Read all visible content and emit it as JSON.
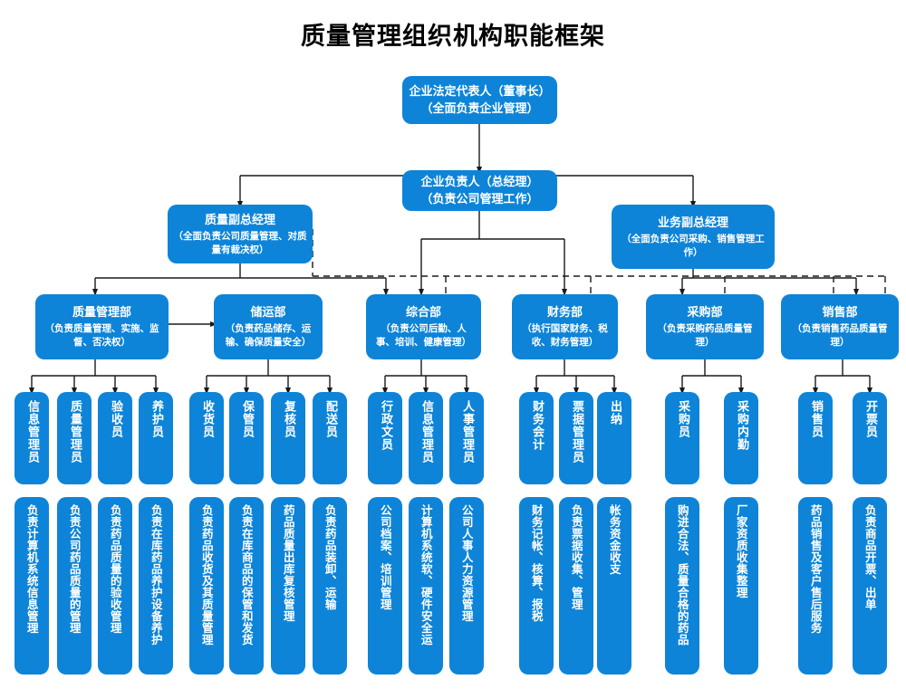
{
  "title": "质量管理组织机构职能框架",
  "diagram": {
    "type": "org-chart",
    "accent_color": "#0d84d8",
    "background_color": "#ffffff",
    "text_color": "#ffffff",
    "title_color": "#000000",
    "connector_color": "#1a1a1a"
  },
  "executives": [
    {
      "id": "legal-rep",
      "head": "企业法定代表人（董事长）",
      "head2": "（全面负责企业管理）"
    },
    {
      "id": "general-manager",
      "head": "企业负责人（总经理）",
      "head2": "（负责公司管理工作）"
    },
    {
      "id": "quality-vice-gm",
      "head": "质量副总经理",
      "sub": "（全面负责公司质量管理、对质量有裁决权）"
    },
    {
      "id": "business-vice-gm",
      "head": "业务副总经理",
      "sub": "（全面负责公司采购、销售管理工作）"
    }
  ],
  "departments": [
    {
      "id": "quality-management-dept",
      "head": "质量管理部",
      "sub": "（负责质量管理、实施、监督、否决权）"
    },
    {
      "id": "storage-transport-dept",
      "head": "储运部",
      "sub": "（负责药品储存、运输、确保质量安全）"
    },
    {
      "id": "general-affairs-dept",
      "head": "综合部",
      "sub": "（负责公司后勤、人事、培训、健康管理）"
    },
    {
      "id": "finance-dept",
      "head": "财务部",
      "sub": "（执行国家财务、税收、财务管理）"
    },
    {
      "id": "purchasing-dept",
      "head": "采购部",
      "sub": "（负责采购药品质量管理）"
    },
    {
      "id": "sales-dept",
      "head": "销售部",
      "sub": "（负责销售药品质量管理）"
    }
  ],
  "roles": [
    {
      "id": "info-manager",
      "label": "信息管理员",
      "duty": "负责计算机系统信息管理"
    },
    {
      "id": "quality-manager",
      "label": "质量管理员",
      "duty": "负责公司药品质量的管理"
    },
    {
      "id": "acceptance-clerk",
      "label": "验收员",
      "duty": "负责药品质量的验收管理"
    },
    {
      "id": "maintenance-clerk",
      "label": "养护员",
      "duty": "负责在库药品养护设备养护"
    },
    {
      "id": "receiving-clerk",
      "label": "收货员",
      "duty": "负责药品收货及其质量管理"
    },
    {
      "id": "storekeeper",
      "label": "保管员",
      "duty": "负责在库商品的保管和发货"
    },
    {
      "id": "recheck-clerk",
      "label": "复核员",
      "duty": "药品质量出库复核管理"
    },
    {
      "id": "delivery-clerk",
      "label": "配送员",
      "duty": "负责药品装卸、运输"
    },
    {
      "id": "admin-clerk",
      "label": "行政文员",
      "duty": "公司档案、培训管理"
    },
    {
      "id": "ga-info-manager",
      "label": "信息管理员",
      "duty": "计算机系统软、硬件安全运"
    },
    {
      "id": "hr-manager",
      "label": "人事管理员",
      "duty": "公司人事人力资源管理"
    },
    {
      "id": "accountant",
      "label": "财务会计",
      "duty": "财务记帐、核算、报税"
    },
    {
      "id": "bill-manager",
      "label": "票据管理员",
      "duty": "负责票据收集、管理"
    },
    {
      "id": "cashier",
      "label": "出纳",
      "duty": "帐务资金收支"
    },
    {
      "id": "purchaser",
      "label": "采购员",
      "duty": "购进合法、质量合格的药品"
    },
    {
      "id": "purchasing-support",
      "label": "采购内勤",
      "duty": "厂家资质收集整理"
    },
    {
      "id": "sales-clerk",
      "label": "销售员",
      "duty": "药品销售及客户售后服务"
    },
    {
      "id": "invoicing-clerk",
      "label": "开票员",
      "duty": "负责商品开票、出单"
    }
  ]
}
